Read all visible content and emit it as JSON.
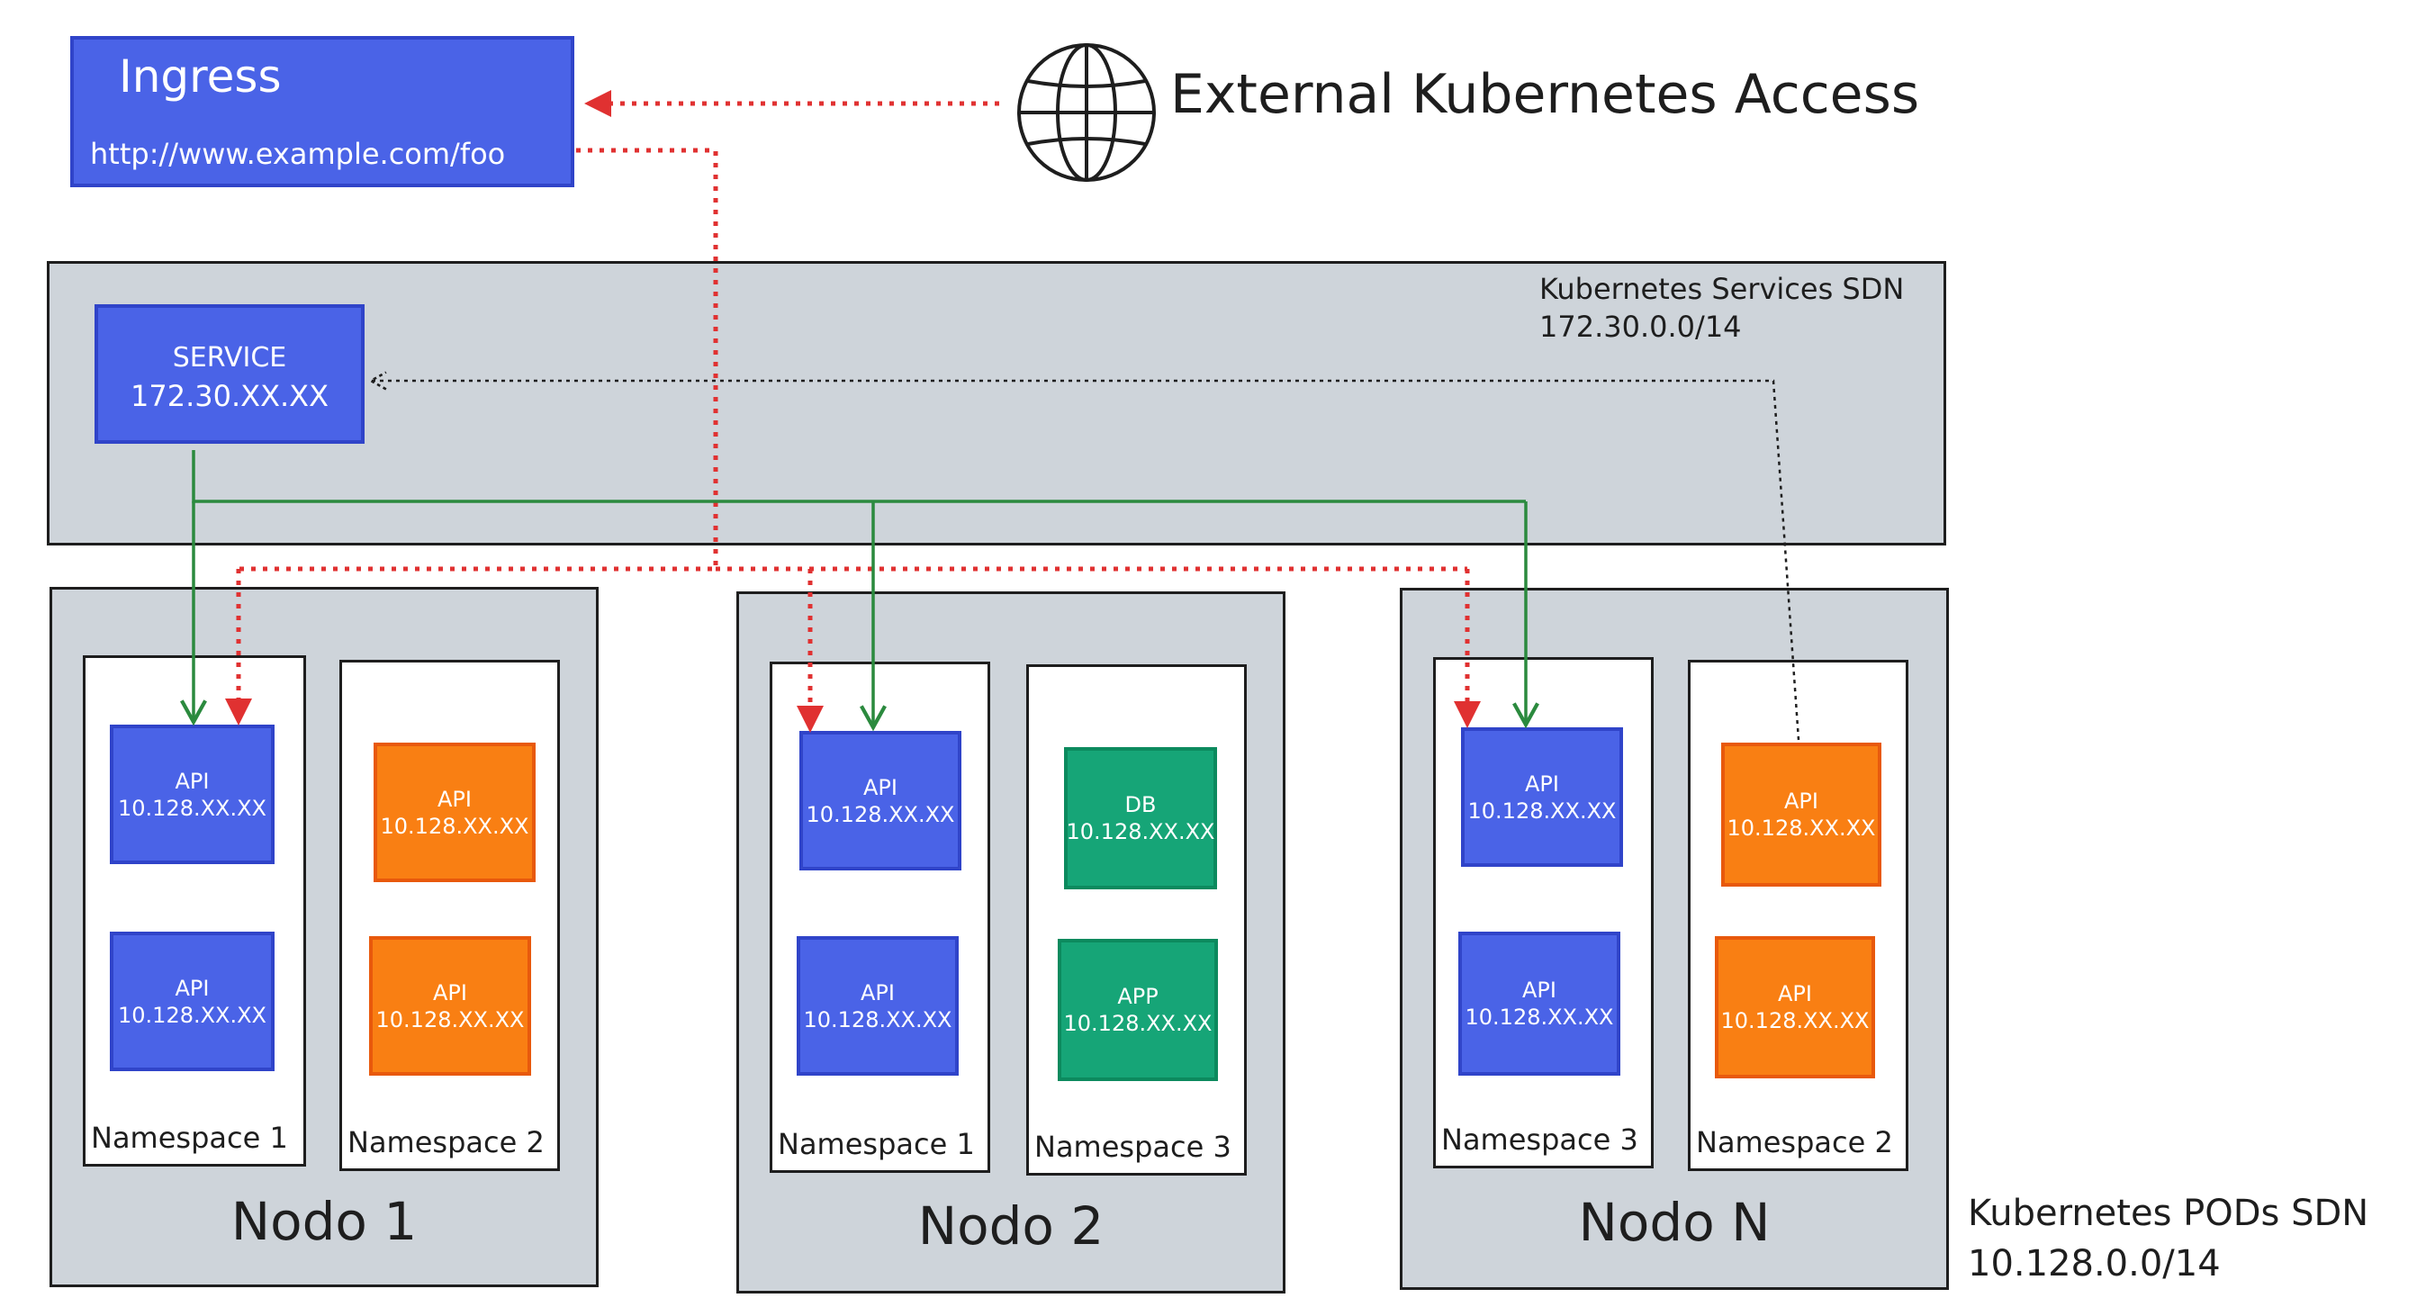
{
  "ingress": {
    "title": "Ingress",
    "url": "http://www.example.com/foo"
  },
  "external": {
    "label": "External Kubernetes Access",
    "icon": "globe-icon"
  },
  "services_sdn": {
    "title": "Kubernetes Services SDN",
    "cidr": "172.30.0.0/14"
  },
  "service": {
    "title": "SERVICE",
    "ip": "172.30.XX.XX"
  },
  "pods_sdn": {
    "title": "Kubernetes PODs SDN",
    "cidr": "10.128.0.0/14"
  },
  "nodes": [
    {
      "label": "Nodo 1",
      "namespaces": [
        {
          "label": "Namespace 1",
          "pods": [
            {
              "name": "API",
              "ip": "10.128.XX.XX"
            },
            {
              "name": "API",
              "ip": "10.128.XX.XX"
            }
          ]
        },
        {
          "label": "Namespace 2",
          "pods": [
            {
              "name": "API",
              "ip": "10.128.XX.XX"
            },
            {
              "name": "API",
              "ip": "10.128.XX.XX"
            }
          ]
        }
      ]
    },
    {
      "label": "Nodo 2",
      "namespaces": [
        {
          "label": "Namespace 1",
          "pods": [
            {
              "name": "API",
              "ip": "10.128.XX.XX"
            },
            {
              "name": "API",
              "ip": "10.128.XX.XX"
            }
          ]
        },
        {
          "label": "Namespace 3",
          "pods": [
            {
              "name": "DB",
              "ip": "10.128.XX.XX"
            },
            {
              "name": "APP",
              "ip": "10.128.XX.XX"
            }
          ]
        }
      ]
    },
    {
      "label": "Nodo N",
      "namespaces": [
        {
          "label": "Namespace 3",
          "pods": [
            {
              "name": "API",
              "ip": "10.128.XX.XX"
            },
            {
              "name": "API",
              "ip": "10.128.XX.XX"
            }
          ]
        },
        {
          "label": "Namespace 2",
          "pods": [
            {
              "name": "API",
              "ip": "10.128.XX.XX"
            },
            {
              "name": "API",
              "ip": "10.128.XX.XX"
            }
          ]
        }
      ]
    }
  ],
  "colors": {
    "pod_blue": "#4a63e7",
    "pod_orange": "#f97f13",
    "pod_green": "#16a577",
    "panel_gray": "#ced4da",
    "ingress_arrow": "#e03131",
    "service_arrow": "#2b8a3e"
  }
}
